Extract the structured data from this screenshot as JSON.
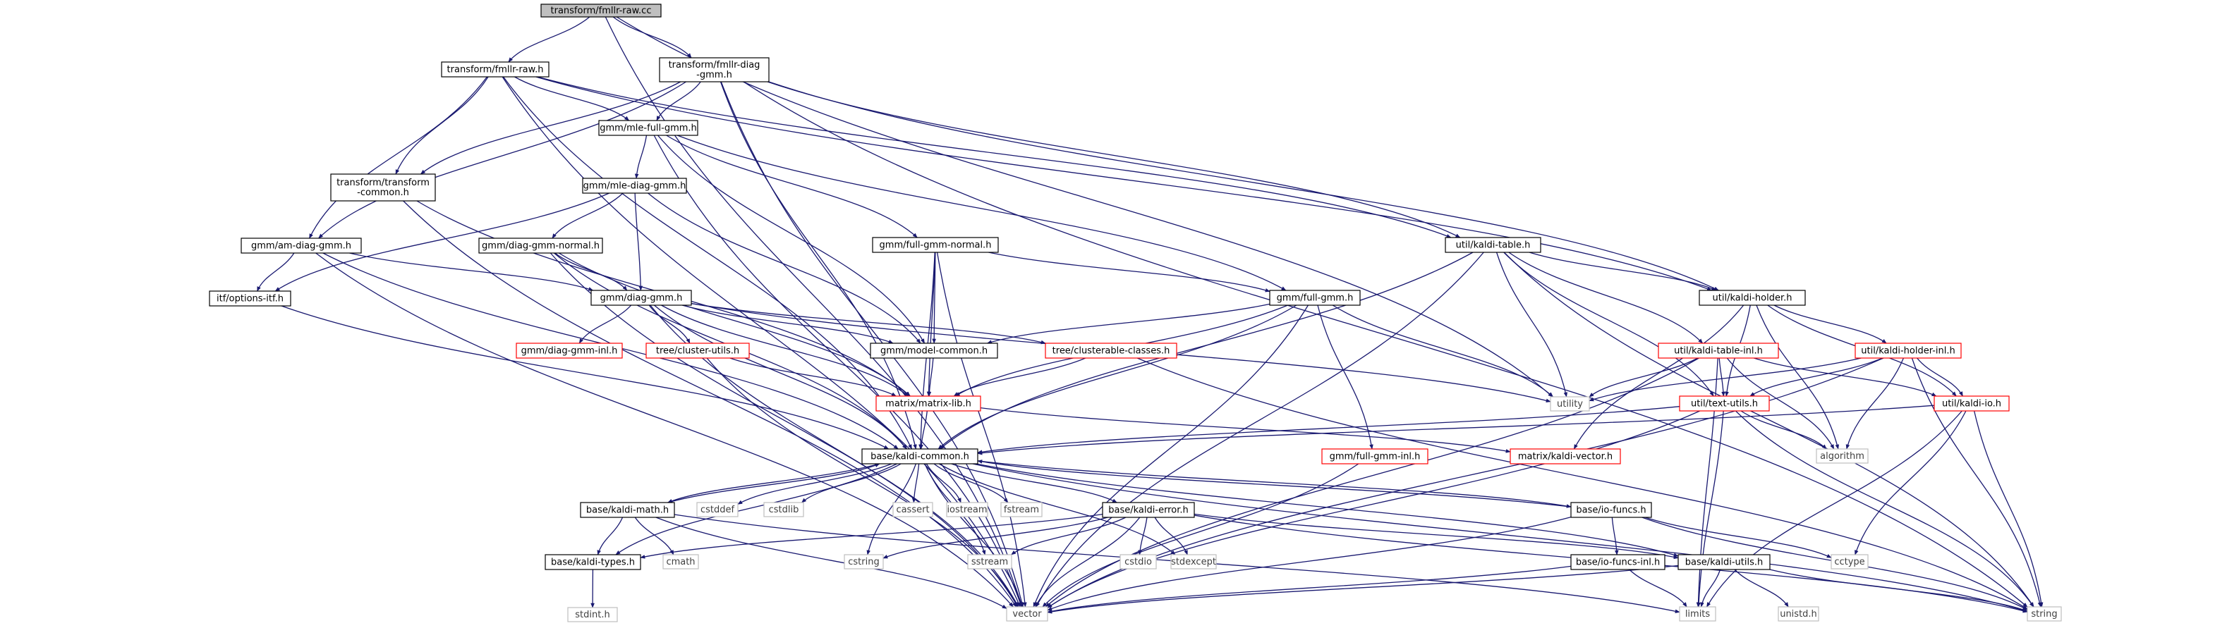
{
  "diagram": {
    "title": "",
    "colors": {
      "edge": "#191970",
      "root_fill": "#bfbfbf",
      "node_stroke": "#000000",
      "truncated_stroke": "#ff0000",
      "system_stroke": "#bfbfbf",
      "system_text": "#3f3f3f",
      "text": "#000000"
    },
    "nodes": [
      {
        "id": "root",
        "lines": [
          "transform/fmllr-raw.cc"
        ],
        "kind": "root"
      },
      {
        "id": "fmllr_raw_h",
        "lines": [
          "transform/fmllr-raw.h"
        ],
        "kind": "normal"
      },
      {
        "id": "fmllr_diag",
        "lines": [
          "transform/fmllr-diag",
          "-gmm.h"
        ],
        "kind": "normal"
      },
      {
        "id": "mle_full",
        "lines": [
          "gmm/mle-full-gmm.h"
        ],
        "kind": "normal"
      },
      {
        "id": "transform_common",
        "lines": [
          "transform/transform",
          "-common.h"
        ],
        "kind": "normal"
      },
      {
        "id": "mle_diag",
        "lines": [
          "gmm/mle-diag-gmm.h"
        ],
        "kind": "normal"
      },
      {
        "id": "full_normal",
        "lines": [
          "gmm/full-gmm-normal.h"
        ],
        "kind": "normal"
      },
      {
        "id": "kaldi_table",
        "lines": [
          "util/kaldi-table.h"
        ],
        "kind": "normal"
      },
      {
        "id": "am_diag",
        "lines": [
          "gmm/am-diag-gmm.h"
        ],
        "kind": "normal"
      },
      {
        "id": "diag_normal",
        "lines": [
          "gmm/diag-gmm-normal.h"
        ],
        "kind": "normal"
      },
      {
        "id": "options_itf",
        "lines": [
          "itf/options-itf.h"
        ],
        "kind": "normal"
      },
      {
        "id": "diag_gmm",
        "lines": [
          "gmm/diag-gmm.h"
        ],
        "kind": "normal"
      },
      {
        "id": "full_gmm",
        "lines": [
          "gmm/full-gmm.h"
        ],
        "kind": "normal"
      },
      {
        "id": "kaldi_holder",
        "lines": [
          "util/kaldi-holder.h"
        ],
        "kind": "normal"
      },
      {
        "id": "diag_gmm_inl",
        "lines": [
          "gmm/diag-gmm-inl.h"
        ],
        "kind": "truncated"
      },
      {
        "id": "cluster_utils",
        "lines": [
          "tree/cluster-utils.h"
        ],
        "kind": "truncated"
      },
      {
        "id": "model_common",
        "lines": [
          "gmm/model-common.h"
        ],
        "kind": "normal"
      },
      {
        "id": "clusterable",
        "lines": [
          "tree/clusterable-classes.h"
        ],
        "kind": "truncated"
      },
      {
        "id": "table_inl",
        "lines": [
          "util/kaldi-table-inl.h"
        ],
        "kind": "truncated"
      },
      {
        "id": "holder_inl",
        "lines": [
          "util/kaldi-holder-inl.h"
        ],
        "kind": "truncated"
      },
      {
        "id": "matrix_lib",
        "lines": [
          "matrix/matrix-lib.h"
        ],
        "kind": "truncated"
      },
      {
        "id": "utility",
        "lines": [
          "utility"
        ],
        "kind": "system"
      },
      {
        "id": "text_utils",
        "lines": [
          "util/text-utils.h"
        ],
        "kind": "truncated"
      },
      {
        "id": "kaldi_io",
        "lines": [
          "util/kaldi-io.h"
        ],
        "kind": "truncated"
      },
      {
        "id": "kaldi_common",
        "lines": [
          "base/kaldi-common.h"
        ],
        "kind": "normal"
      },
      {
        "id": "full_gmm_inl",
        "lines": [
          "gmm/full-gmm-inl.h"
        ],
        "kind": "truncated"
      },
      {
        "id": "kaldi_vector",
        "lines": [
          "matrix/kaldi-vector.h"
        ],
        "kind": "truncated"
      },
      {
        "id": "algorithm",
        "lines": [
          "algorithm"
        ],
        "kind": "system"
      },
      {
        "id": "kaldi_math",
        "lines": [
          "base/kaldi-math.h"
        ],
        "kind": "normal"
      },
      {
        "id": "cstddef",
        "lines": [
          "cstddef"
        ],
        "kind": "system"
      },
      {
        "id": "cstdlib",
        "lines": [
          "cstdlib"
        ],
        "kind": "system"
      },
      {
        "id": "cassert",
        "lines": [
          "cassert"
        ],
        "kind": "system"
      },
      {
        "id": "iostream",
        "lines": [
          "iostream"
        ],
        "kind": "system"
      },
      {
        "id": "fstream",
        "lines": [
          "fstream"
        ],
        "kind": "system"
      },
      {
        "id": "kaldi_error",
        "lines": [
          "base/kaldi-error.h"
        ],
        "kind": "normal"
      },
      {
        "id": "io_funcs",
        "lines": [
          "base/io-funcs.h"
        ],
        "kind": "normal"
      },
      {
        "id": "kaldi_types",
        "lines": [
          "base/kaldi-types.h"
        ],
        "kind": "normal"
      },
      {
        "id": "cmath",
        "lines": [
          "cmath"
        ],
        "kind": "system"
      },
      {
        "id": "cstring",
        "lines": [
          "cstring"
        ],
        "kind": "system"
      },
      {
        "id": "sstream",
        "lines": [
          "sstream"
        ],
        "kind": "system"
      },
      {
        "id": "cstdio",
        "lines": [
          "cstdio"
        ],
        "kind": "system"
      },
      {
        "id": "stdexcept",
        "lines": [
          "stdexcept"
        ],
        "kind": "system"
      },
      {
        "id": "io_funcs_inl",
        "lines": [
          "base/io-funcs-inl.h"
        ],
        "kind": "normal"
      },
      {
        "id": "kaldi_utils",
        "lines": [
          "base/kaldi-utils.h"
        ],
        "kind": "normal"
      },
      {
        "id": "cctype",
        "lines": [
          "cctype"
        ],
        "kind": "system"
      },
      {
        "id": "stdint",
        "lines": [
          "stdint.h"
        ],
        "kind": "system"
      },
      {
        "id": "vector",
        "lines": [
          "vector"
        ],
        "kind": "system"
      },
      {
        "id": "limits",
        "lines": [
          "limits"
        ],
        "kind": "system"
      },
      {
        "id": "unistd",
        "lines": [
          "unistd.h"
        ],
        "kind": "system"
      },
      {
        "id": "string",
        "lines": [
          "string"
        ],
        "kind": "system"
      }
    ],
    "edges": [
      [
        "root",
        "fmllr_raw_h"
      ],
      [
        "root",
        "fmllr_diag"
      ],
      [
        "root",
        "vector"
      ],
      [
        "root",
        "utility"
      ],
      [
        "fmllr_raw_h",
        "mle_full"
      ],
      [
        "fmllr_raw_h",
        "transform_common"
      ],
      [
        "fmllr_raw_h",
        "am_diag"
      ],
      [
        "fmllr_raw_h",
        "kaldi_common"
      ],
      [
        "fmllr_raw_h",
        "kaldi_table"
      ],
      [
        "fmllr_raw_h",
        "kaldi_holder"
      ],
      [
        "fmllr_raw_h",
        "vector"
      ],
      [
        "fmllr_diag",
        "mle_full"
      ],
      [
        "fmllr_diag",
        "transform_common"
      ],
      [
        "fmllr_diag",
        "am_diag"
      ],
      [
        "fmllr_diag",
        "kaldi_common"
      ],
      [
        "fmllr_diag",
        "kaldi_table"
      ],
      [
        "fmllr_diag",
        "kaldi_holder"
      ],
      [
        "fmllr_diag",
        "vector"
      ],
      [
        "fmllr_diag",
        "string"
      ],
      [
        "mle_full",
        "mle_diag"
      ],
      [
        "mle_full",
        "full_normal"
      ],
      [
        "mle_full",
        "full_gmm"
      ],
      [
        "mle_full",
        "model_common"
      ],
      [
        "mle_full",
        "vector"
      ],
      [
        "transform_common",
        "matrix_lib"
      ],
      [
        "transform_common",
        "vector"
      ],
      [
        "mle_diag",
        "diag_normal"
      ],
      [
        "mle_diag",
        "diag_gmm"
      ],
      [
        "mle_diag",
        "model_common"
      ],
      [
        "mle_diag",
        "options_itf"
      ],
      [
        "full_normal",
        "full_gmm"
      ],
      [
        "full_normal",
        "model_common"
      ],
      [
        "full_normal",
        "matrix_lib"
      ],
      [
        "full_normal",
        "kaldi_common"
      ],
      [
        "full_normal",
        "vector"
      ],
      [
        "kaldi_table",
        "kaldi_holder"
      ],
      [
        "kaldi_table",
        "table_inl"
      ],
      [
        "kaldi_table",
        "kaldi_common"
      ],
      [
        "kaldi_table",
        "utility"
      ],
      [
        "kaldi_table",
        "text_utils"
      ],
      [
        "kaldi_table",
        "vector"
      ],
      [
        "kaldi_table",
        "string"
      ],
      [
        "am_diag",
        "diag_gmm"
      ],
      [
        "am_diag",
        "options_itf"
      ],
      [
        "am_diag",
        "kaldi_common"
      ],
      [
        "am_diag",
        "vector"
      ],
      [
        "diag_normal",
        "diag_gmm"
      ],
      [
        "diag_normal",
        "matrix_lib"
      ],
      [
        "diag_normal",
        "kaldi_common"
      ],
      [
        "diag_normal",
        "vector"
      ],
      [
        "options_itf",
        "kaldi_common"
      ],
      [
        "diag_gmm",
        "diag_gmm_inl"
      ],
      [
        "diag_gmm",
        "cluster_utils"
      ],
      [
        "diag_gmm",
        "model_common"
      ],
      [
        "diag_gmm",
        "clusterable"
      ],
      [
        "diag_gmm",
        "matrix_lib"
      ],
      [
        "diag_gmm",
        "kaldi_common"
      ],
      [
        "diag_gmm",
        "utility"
      ],
      [
        "diag_gmm",
        "vector"
      ],
      [
        "full_gmm",
        "full_gmm_inl"
      ],
      [
        "full_gmm",
        "model_common"
      ],
      [
        "full_gmm",
        "matrix_lib"
      ],
      [
        "full_gmm",
        "kaldi_common"
      ],
      [
        "full_gmm",
        "utility"
      ],
      [
        "full_gmm",
        "vector"
      ],
      [
        "kaldi_holder",
        "holder_inl"
      ],
      [
        "kaldi_holder",
        "kaldi_io"
      ],
      [
        "kaldi_holder",
        "text_utils"
      ],
      [
        "kaldi_holder",
        "kaldi_vector"
      ],
      [
        "kaldi_holder",
        "algorithm"
      ],
      [
        "cluster_utils",
        "matrix_lib"
      ],
      [
        "cluster_utils",
        "vector"
      ],
      [
        "model_common",
        "matrix_lib"
      ],
      [
        "clusterable",
        "matrix_lib"
      ],
      [
        "clusterable",
        "string"
      ],
      [
        "table_inl",
        "text_utils"
      ],
      [
        "table_inl",
        "kaldi_io"
      ],
      [
        "table_inl",
        "utility"
      ],
      [
        "table_inl",
        "algorithm"
      ],
      [
        "table_inl",
        "vector"
      ],
      [
        "table_inl",
        "limits"
      ],
      [
        "holder_inl",
        "kaldi_io"
      ],
      [
        "holder_inl",
        "text_utils"
      ],
      [
        "holder_inl",
        "utility"
      ],
      [
        "holder_inl",
        "algorithm"
      ],
      [
        "holder_inl",
        "vector"
      ],
      [
        "holder_inl",
        "string"
      ],
      [
        "matrix_lib",
        "kaldi_common"
      ],
      [
        "matrix_lib",
        "kaldi_vector"
      ],
      [
        "text_utils",
        "kaldi_common"
      ],
      [
        "text_utils",
        "algorithm"
      ],
      [
        "text_utils",
        "vector"
      ],
      [
        "text_utils",
        "limits"
      ],
      [
        "text_utils",
        "string"
      ],
      [
        "kaldi_io",
        "kaldi_common"
      ],
      [
        "kaldi_io",
        "cctype"
      ],
      [
        "kaldi_io",
        "limits"
      ],
      [
        "kaldi_io",
        "string"
      ],
      [
        "kaldi_common",
        "kaldi_math"
      ],
      [
        "kaldi_common",
        "cstddef"
      ],
      [
        "kaldi_common",
        "cstdlib"
      ],
      [
        "kaldi_common",
        "cassert"
      ],
      [
        "kaldi_common",
        "iostream"
      ],
      [
        "kaldi_common",
        "fstream"
      ],
      [
        "kaldi_common",
        "kaldi_error"
      ],
      [
        "kaldi_common",
        "io_funcs"
      ],
      [
        "kaldi_common",
        "kaldi_types"
      ],
      [
        "kaldi_common",
        "cstring"
      ],
      [
        "kaldi_common",
        "sstream"
      ],
      [
        "kaldi_common",
        "stdexcept"
      ],
      [
        "kaldi_common",
        "kaldi_utils"
      ],
      [
        "kaldi_common",
        "vector"
      ],
      [
        "kaldi_common",
        "string"
      ],
      [
        "full_gmm_inl",
        "vector"
      ],
      [
        "kaldi_math",
        "kaldi_common"
      ],
      [
        "kaldi_math",
        "kaldi_types"
      ],
      [
        "kaldi_math",
        "cmath"
      ],
      [
        "kaldi_math",
        "vector"
      ],
      [
        "kaldi_math",
        "limits"
      ],
      [
        "kaldi_error",
        "kaldi_types"
      ],
      [
        "kaldi_error",
        "kaldi_utils"
      ],
      [
        "kaldi_error",
        "cstring"
      ],
      [
        "kaldi_error",
        "sstream"
      ],
      [
        "kaldi_error",
        "cstdio"
      ],
      [
        "kaldi_error",
        "stdexcept"
      ],
      [
        "kaldi_error",
        "vector"
      ],
      [
        "kaldi_error",
        "string"
      ],
      [
        "io_funcs",
        "kaldi_common"
      ],
      [
        "io_funcs",
        "io_funcs_inl"
      ],
      [
        "io_funcs",
        "cctype"
      ],
      [
        "io_funcs",
        "string"
      ],
      [
        "io_funcs",
        "vector"
      ],
      [
        "kaldi_types",
        "stdint"
      ],
      [
        "io_funcs_inl",
        "vector"
      ],
      [
        "io_funcs_inl",
        "limits"
      ],
      [
        "kaldi_utils",
        "vector"
      ],
      [
        "kaldi_utils",
        "limits"
      ],
      [
        "kaldi_utils",
        "unistd"
      ],
      [
        "kaldi_utils",
        "string"
      ]
    ]
  }
}
